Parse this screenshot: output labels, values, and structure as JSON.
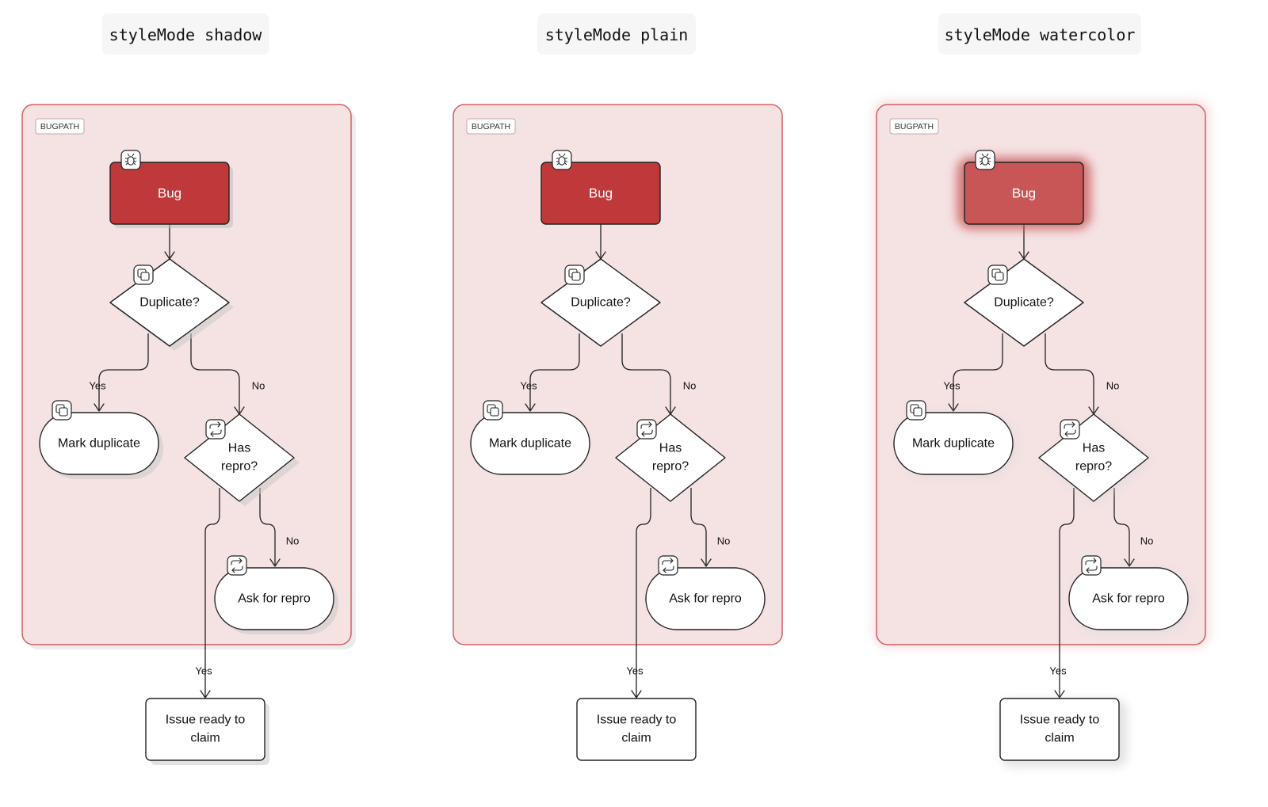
{
  "colors": {
    "group_fill": "#f5e2e3",
    "group_stroke": "#d85d60",
    "bug_fill": "#c0393a",
    "bug_fill_watercolor": "#c85656",
    "node_fill": "#ffffff",
    "stroke": "#222222",
    "title_bg": "#f6f6f6"
  },
  "panels": [
    {
      "title": "styleMode shadow",
      "style": "shadow"
    },
    {
      "title": "styleMode plain",
      "style": "plain"
    },
    {
      "title": "styleMode watercolor",
      "style": "watercolor"
    }
  ],
  "diagram": {
    "group_label": "BUGPATH",
    "nodes": {
      "bug": {
        "label": "Bug",
        "icon": "bug-icon"
      },
      "duplicate": {
        "label": "Duplicate?",
        "icon": "copy-icon"
      },
      "mark_duplicate": {
        "label": "Mark duplicate",
        "icon": "copy-icon"
      },
      "has_repro": {
        "label_lines": [
          "Has",
          "repro?"
        ],
        "icon": "repeat-icon"
      },
      "ask_repro": {
        "label": "Ask for repro",
        "icon": "repeat-icon"
      },
      "issue_ready": {
        "label_lines": [
          "Issue ready to",
          "claim"
        ]
      }
    },
    "edges": {
      "duplicate_yes": "Yes",
      "duplicate_no": "No",
      "repro_no": "No",
      "repro_yes": "Yes"
    }
  }
}
